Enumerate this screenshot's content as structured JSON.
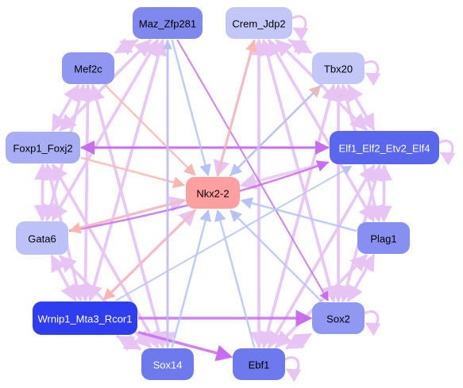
{
  "graph": {
    "center": "Nkx2-2",
    "colors": {
      "node_center": "#ff9f9f",
      "edge_default": "#e8c4f5",
      "edge_strong": "#c86cf0",
      "edge_blue": "#b5c4f5",
      "edge_salmon": "#f8b8b0"
    },
    "nodes": [
      {
        "id": "maz",
        "label": "Maz_Zfp281",
        "fill": "#7f88ec",
        "text": "#000000"
      },
      {
        "id": "crem",
        "label": "Crem_Jdp2",
        "fill": "#c3c7f8",
        "text": "#000000"
      },
      {
        "id": "mef2c",
        "label": "Mef2c",
        "fill": "#8f97f0",
        "text": "#000000"
      },
      {
        "id": "tbx20",
        "label": "Tbx20",
        "fill": "#c3c7f8",
        "text": "#000000"
      },
      {
        "id": "foxp1",
        "label": "Foxp1_Foxj2",
        "fill": "#a9aef4",
        "text": "#000000"
      },
      {
        "id": "elf1",
        "label": "Elf1_Elf2_Etv2_Elf4",
        "fill": "#5b66ee",
        "text": "#ffffff"
      },
      {
        "id": "nkx22",
        "label": "Nkx2-2",
        "fill": "#ff9f9f",
        "text": "#000000"
      },
      {
        "id": "gata6",
        "label": "Gata6",
        "fill": "#bcc1f8",
        "text": "#000000"
      },
      {
        "id": "plag1",
        "label": "Plag1",
        "fill": "#8790f0",
        "text": "#000000"
      },
      {
        "id": "wrnip1",
        "label": "Wrnip1_Mta3_Rcor1",
        "fill": "#2f3df0",
        "text": "#ffffff"
      },
      {
        "id": "sox2",
        "label": "Sox2",
        "fill": "#9198f2",
        "text": "#000000"
      },
      {
        "id": "sox14",
        "label": "Sox14",
        "fill": "#6f79ee",
        "text": "#ffffff"
      },
      {
        "id": "ebf1",
        "label": "Ebf1",
        "fill": "#6f79ee",
        "text": "#000000"
      }
    ]
  }
}
